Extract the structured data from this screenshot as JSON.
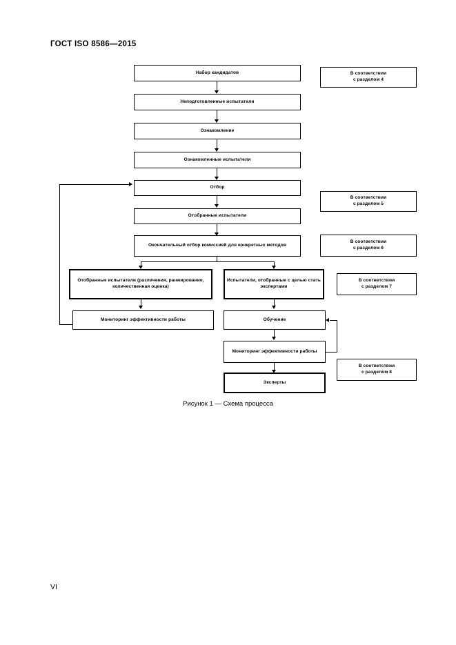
{
  "document": {
    "header": "ГОСТ ISO 8586—2015",
    "page_number": "VI",
    "figure_caption": "Рисунок 1 — Схема процесса"
  },
  "flowchart": {
    "main_nodes": [
      {
        "id": "recruitment",
        "label": "Набор кандидатов"
      },
      {
        "id": "untrained-assessors",
        "label": "Неподготовленные испытатели"
      },
      {
        "id": "familiarization",
        "label": "Ознакомление"
      },
      {
        "id": "familiarized-assessors",
        "label": "Ознакомленные испытатели"
      },
      {
        "id": "selection",
        "label": "Отбор"
      },
      {
        "id": "selected-assessors",
        "label": "Отобранные испытатели"
      },
      {
        "id": "final-selection",
        "label": "Окончательный отбор комиссией для конкретных методов"
      }
    ],
    "branch_left": [
      {
        "id": "selected-assessors-methods",
        "label": "Отобранные испытатели (различения, ранжирование, количественная оценка)"
      },
      {
        "id": "performance-monitoring-left",
        "label": "Мониторинг эффективности работы"
      }
    ],
    "branch_right": [
      {
        "id": "assessors-for-experts",
        "label": "Испытатели, отобранные с целью стать экспертами"
      },
      {
        "id": "training",
        "label": "Обучение"
      },
      {
        "id": "performance-monitoring-right",
        "label": "Мониторинг эффективности работы"
      },
      {
        "id": "experts",
        "label": "Эксперты"
      }
    ],
    "references": [
      {
        "id": "ref-section-4",
        "line1": "В соответствии",
        "line2": "с разделом 4"
      },
      {
        "id": "ref-section-5",
        "line1": "В соответствии",
        "line2": "с разделом 5"
      },
      {
        "id": "ref-section-6",
        "line1": "В соответствии",
        "line2": "с разделом 6"
      },
      {
        "id": "ref-section-7",
        "line1": "В соответствии",
        "line2": "с разделом 7"
      },
      {
        "id": "ref-section-8",
        "line1": "В соответствии",
        "line2": "с разделом 8"
      }
    ]
  },
  "colors": {
    "ink": "#000000",
    "paper": "#ffffff"
  }
}
